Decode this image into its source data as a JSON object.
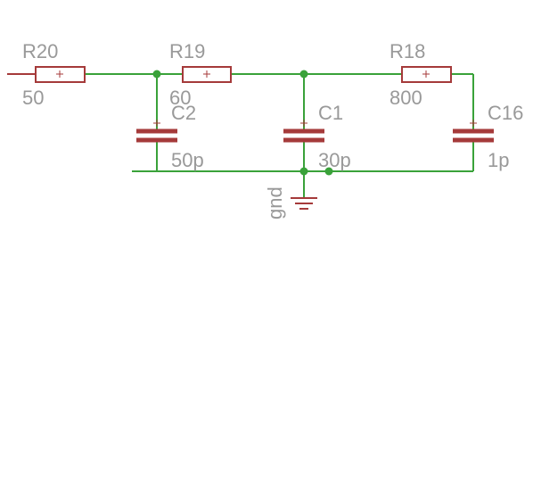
{
  "schematic": {
    "resistors": [
      {
        "name": "R20",
        "value": "50"
      },
      {
        "name": "R19",
        "value": "60"
      },
      {
        "name": "R18",
        "value": "800"
      }
    ],
    "capacitors": [
      {
        "name": "C2",
        "value": "50p"
      },
      {
        "name": "C1",
        "value": "30p"
      },
      {
        "name": "C16",
        "value": "1p"
      }
    ],
    "ground": {
      "label": "gnd"
    },
    "colors": {
      "wire": "#3aa23a",
      "part": "#a53a3a",
      "text": "#999999",
      "background": "#ffffff"
    }
  }
}
